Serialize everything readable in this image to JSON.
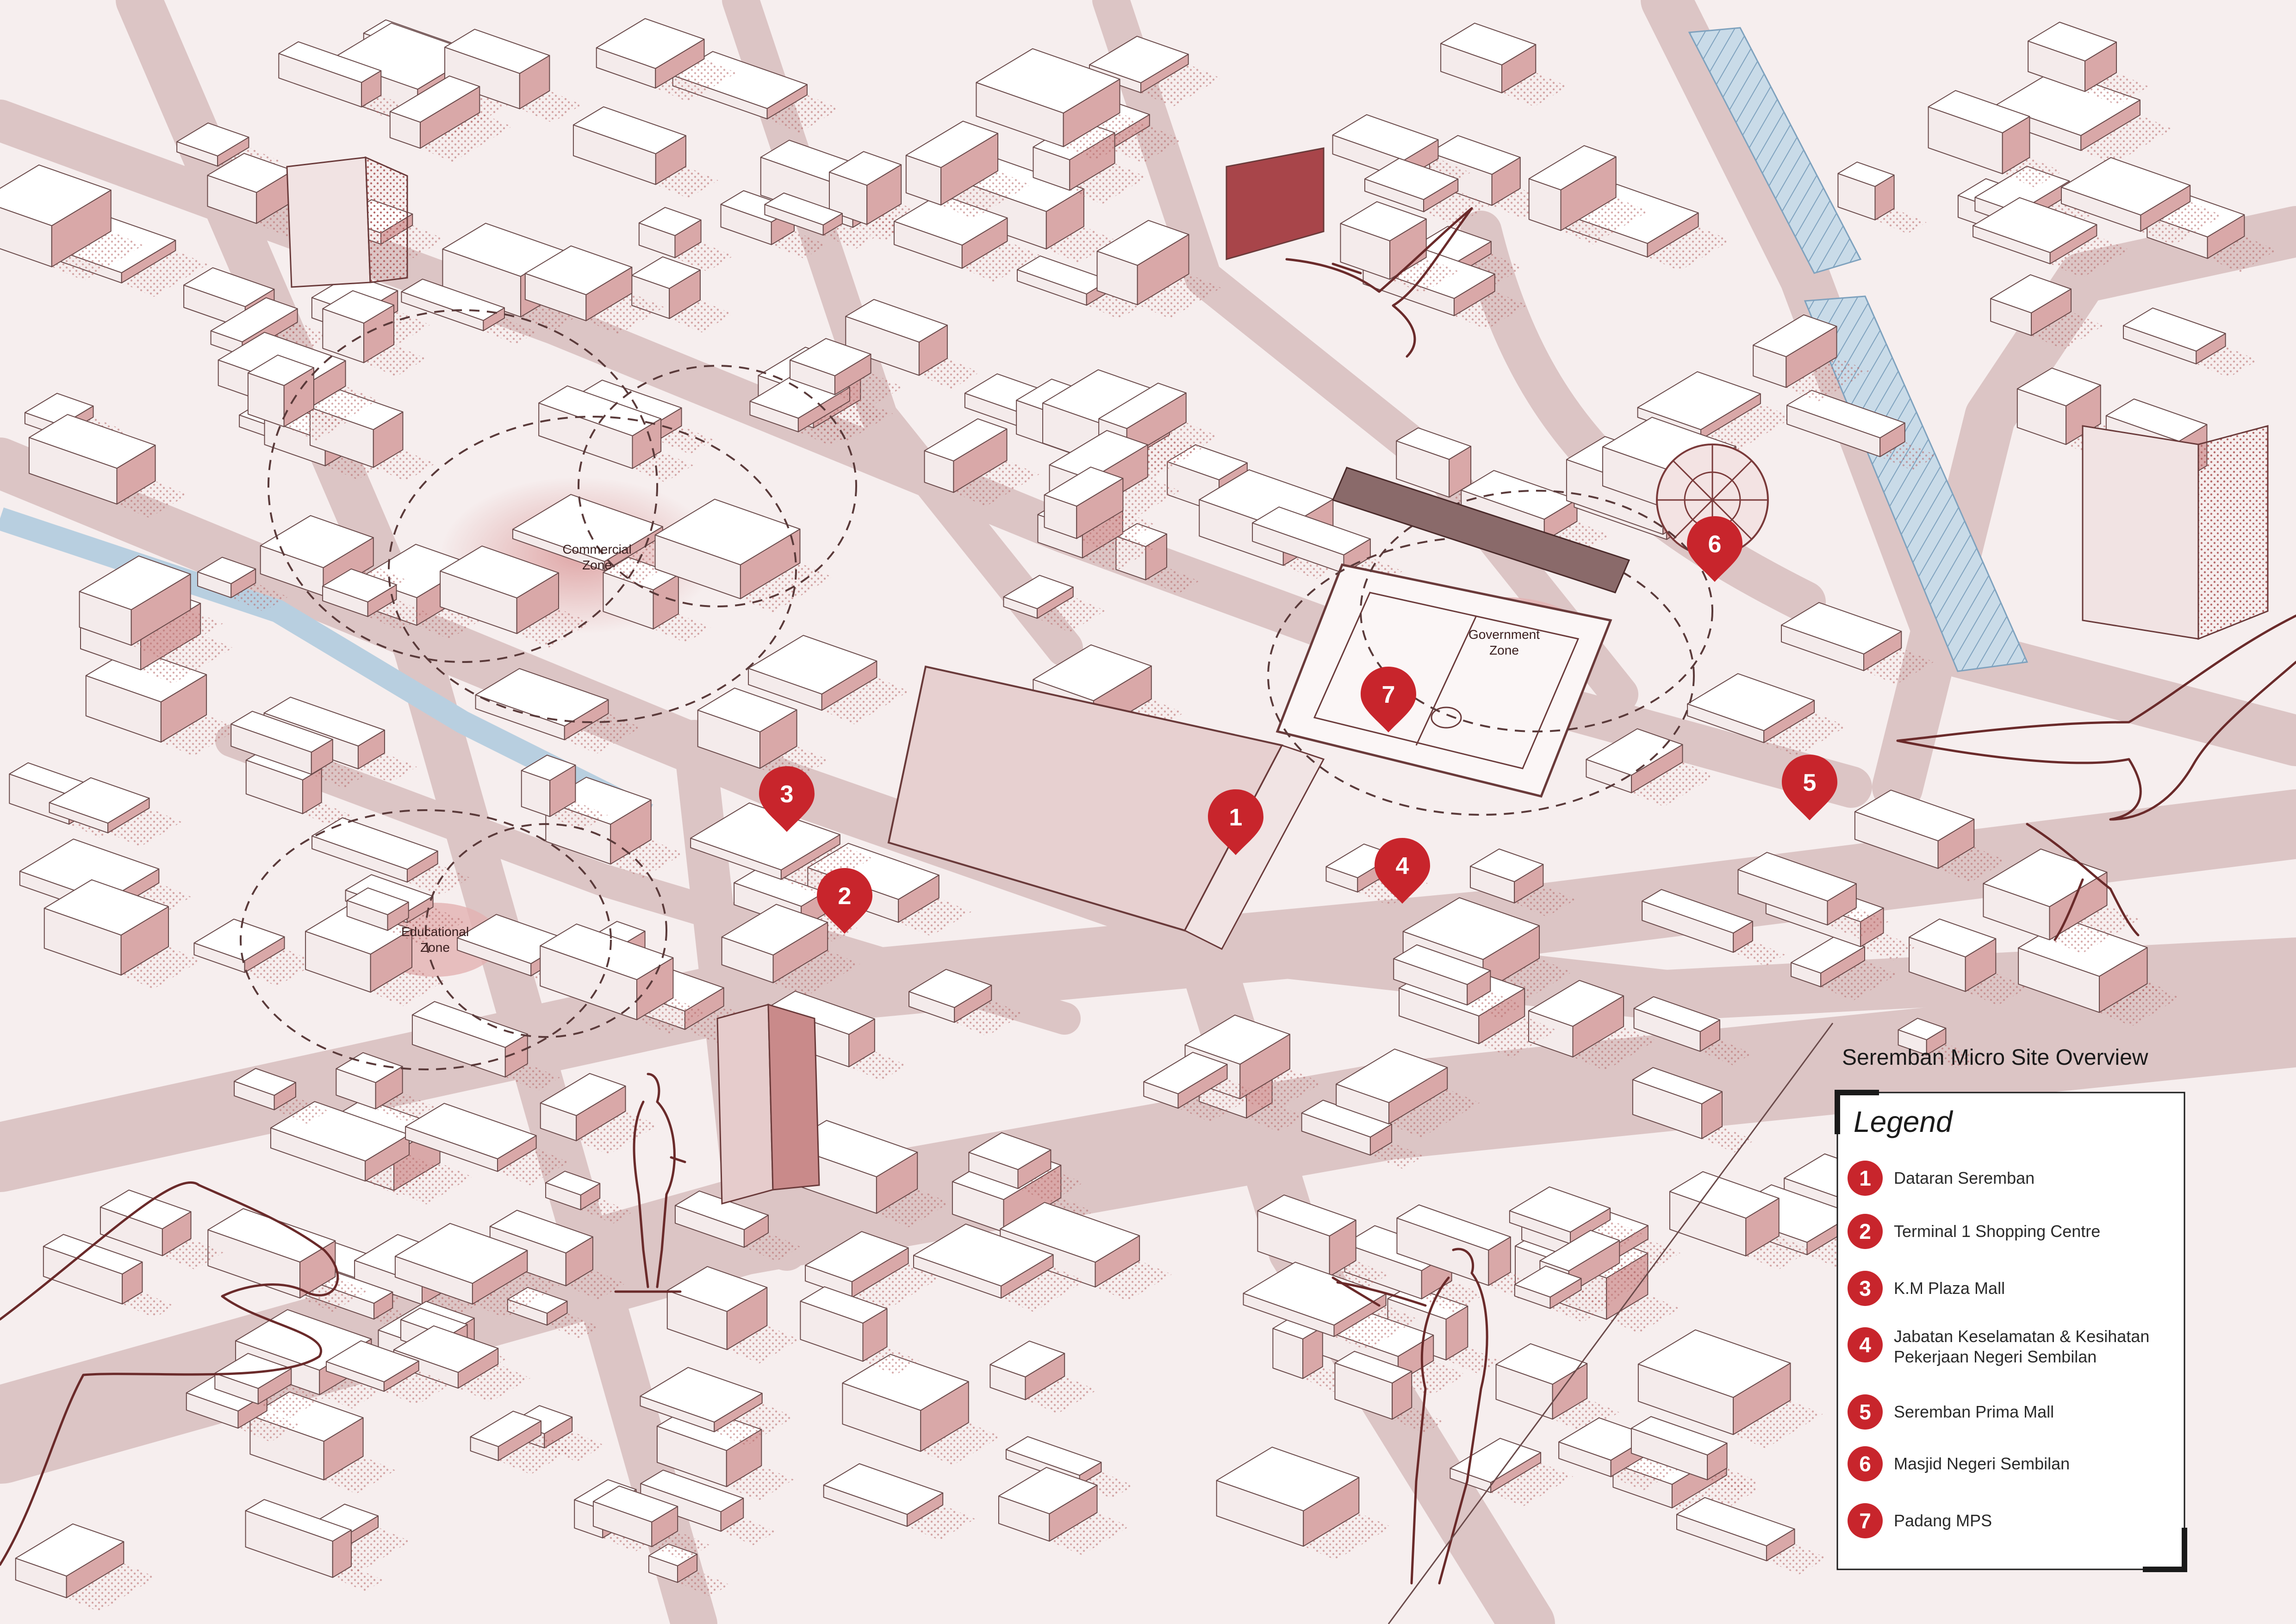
{
  "title": "Seremban Micro Site Overview",
  "legend": {
    "heading": "Legend",
    "items": [
      {
        "num": "1",
        "label": "Dataran Seremban"
      },
      {
        "num": "2",
        "label": "Terminal 1 Shopping Centre"
      },
      {
        "num": "3",
        "label": "K.M Plaza Mall"
      },
      {
        "num": "4",
        "label_line1": "Jabatan Keselamatan & Kesihatan",
        "label_line2": "Pekerjaan Negeri Sembilan"
      },
      {
        "num": "5",
        "label": "Seremban Prima Mall"
      },
      {
        "num": "6",
        "label": "Masjid Negeri Sembilan"
      },
      {
        "num": "7",
        "label": "Padang MPS"
      }
    ]
  },
  "zones": {
    "commercial": {
      "line1": "Commercial",
      "line2": "Zone"
    },
    "government": {
      "line1": "Government",
      "line2": "Zone"
    },
    "educational": {
      "line1": "Educational",
      "line2": "Zone"
    }
  },
  "markers": [
    "1",
    "2",
    "3",
    "4",
    "5",
    "6",
    "7"
  ],
  "colors": {
    "accent": "#c8252c",
    "road": "#dcc8c8",
    "building_shade": "#d9a8a8",
    "line": "#7a3a3a",
    "river": "#a8c4d8"
  }
}
